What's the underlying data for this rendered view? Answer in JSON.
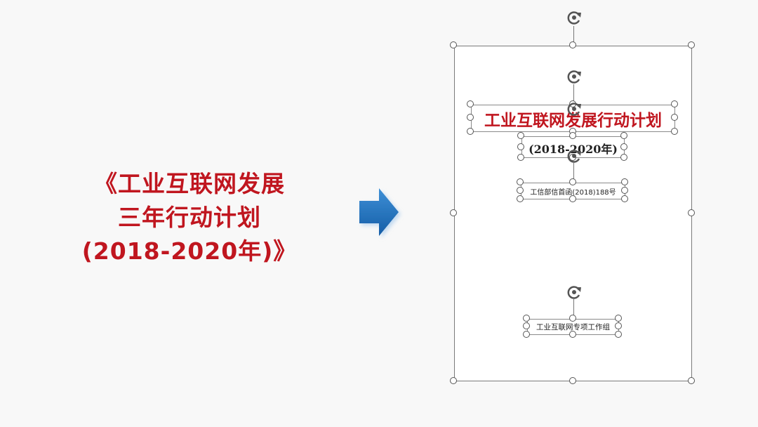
{
  "left": {
    "title_lines": [
      "《工业互联网发展",
      "三年行动计划",
      "(2018-2020年)》"
    ]
  },
  "colors": {
    "accent_red": "#c0161f",
    "arrow_blue": "#1e6fb8",
    "handle_gray": "#555555"
  },
  "icons": {
    "arrow": "right-arrow-icon",
    "rotate": "rotate-handle-icon"
  },
  "slide": {
    "doc_title": "工业互联网发展行动计划",
    "doc_years": "(2018-2020年)",
    "doc_ref": "工信部信首函(2018)188号",
    "doc_org": "工业互联网专项工作组"
  }
}
